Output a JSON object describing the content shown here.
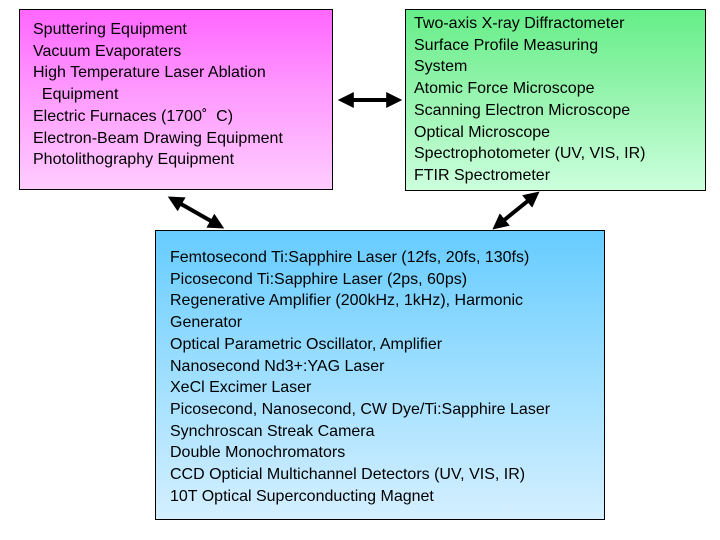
{
  "diagram": {
    "fabrication_box": {
      "color": "#ff66ff",
      "items": [
        "Sputtering Equipment",
        "Vacuum Evaporaters",
        "High Temperature Laser Ablation",
        "  Equipment",
        "Electric Furnaces (1700˚  C)",
        "Electron-Beam Drawing Equipment",
        "Photolithography Equipment"
      ]
    },
    "characterization_box": {
      "color": "#66ee88",
      "items": [
        "Two-axis X-ray Diffractometer",
        "Surface Profile Measuring",
        "System",
        "Atomic Force Microscope",
        "Scanning Electron Microscope",
        "Optical Microscope",
        "Spectrophotometer (UV, VIS, IR)",
        "FTIR Spectrometer"
      ]
    },
    "laser_box": {
      "color": "#66ccff",
      "items": [
        "Femtosecond Ti:Sapphire Laser (12fs, 20fs, 130fs)",
        "Picosecond Ti:Sapphire Laser (2ps, 60ps)",
        "Regenerative Amplifier (200kHz, 1kHz), Harmonic",
        "Generator",
        "Optical Parametric Oscillator, Amplifier",
        "Nanosecond Nd3+:YAG Laser",
        "XeCl Excimer Laser",
        "Picosecond, Nanosecond, CW Dye/Ti:Sapphire Laser",
        "Synchroscan Streak Camera",
        "Double Monochromators",
        "CCD Opticial Multichannel Detectors (UV, VIS, IR)",
        "10T Optical Superconducting Magnet"
      ]
    },
    "connectors": [
      {
        "from": "fabrication_box",
        "to": "characterization_box",
        "type": "double-arrow"
      },
      {
        "from": "fabrication_box",
        "to": "laser_box",
        "type": "double-arrow"
      },
      {
        "from": "characterization_box",
        "to": "laser_box",
        "type": "double-arrow"
      }
    ]
  }
}
